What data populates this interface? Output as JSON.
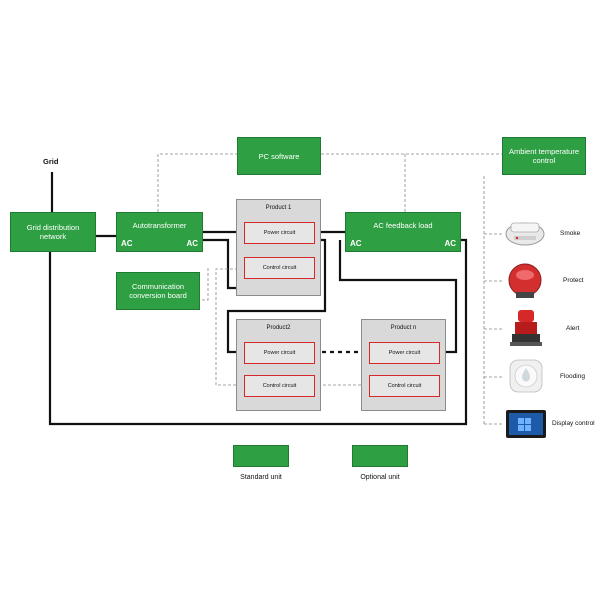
{
  "grid_label": "Grid",
  "boxes": {
    "grid_distribution": "Grid distribution network",
    "autotransformer": "Autotransformer",
    "pc_software": "PC software",
    "ambient_temperature": "Ambient temperature control",
    "ac_feedback_load": "AC feedback load",
    "communication_board": "Communication conversion board",
    "ac_label": "AC"
  },
  "products": {
    "product1": {
      "title": "Product 1",
      "power": "Power circuit",
      "control": "Control circuit"
    },
    "product2": {
      "title": "Product2",
      "power": "Power circuit",
      "control": "Control circuit"
    },
    "productn": {
      "title": "Product n",
      "power": "Power circuit",
      "control": "Control circuit"
    }
  },
  "peripherals": {
    "smoke": "Smoke",
    "protect": "Protect",
    "alert": "Alert",
    "flooding": "Flooding",
    "display": "Display control"
  },
  "legend": {
    "standard": "Standard unit",
    "optional": "Optional unit"
  },
  "colors": {
    "green": "#2ea043",
    "red_outline": "#d62828",
    "product_gray": "#d9d9d9"
  }
}
